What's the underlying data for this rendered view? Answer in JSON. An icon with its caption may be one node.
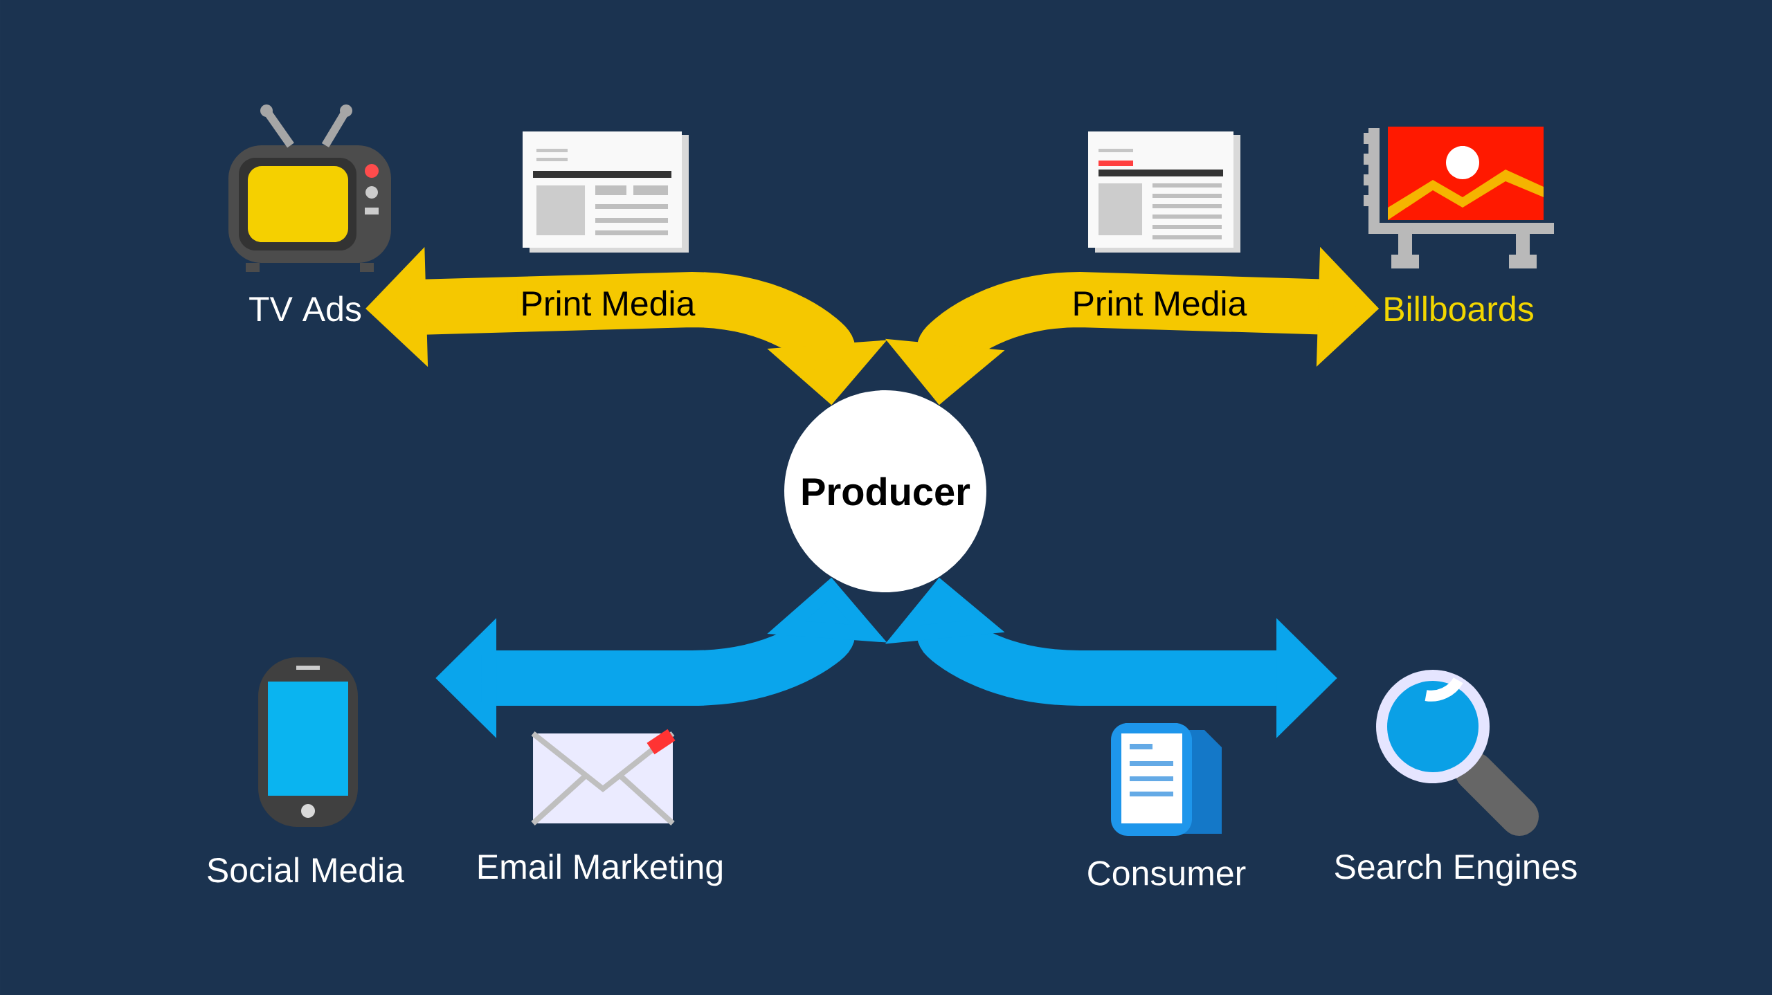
{
  "diagram": {
    "nodes": [
      {
        "text": [
          "TV Ads"
        ]
      },
      {
        "text": [
          "Billboards"
        ]
      },
      {
        "text": [
          "Producer"
        ]
      },
      {
        "text": [
          "Social Media"
        ]
      },
      {
        "text": [
          "Email Marketing"
        ]
      },
      {
        "text": [
          "Consumer"
        ]
      },
      {
        "text": [
          "Search Engines"
        ]
      }
    ],
    "edges": [
      {
        "from": 0,
        "to": 2,
        "arrow": "both",
        "label": "Print Media",
        "color": "#f5c800"
      },
      {
        "from": 1,
        "to": 2,
        "arrow": "both",
        "label": "Print Media",
        "color": "#f5c800"
      },
      {
        "from": null,
        "to": 2,
        "arrow": "both",
        "color": "#0aa5ec"
      },
      {
        "from": null,
        "to": 2,
        "arrow": "both",
        "color": "#0aa5ec"
      }
    ]
  }
}
